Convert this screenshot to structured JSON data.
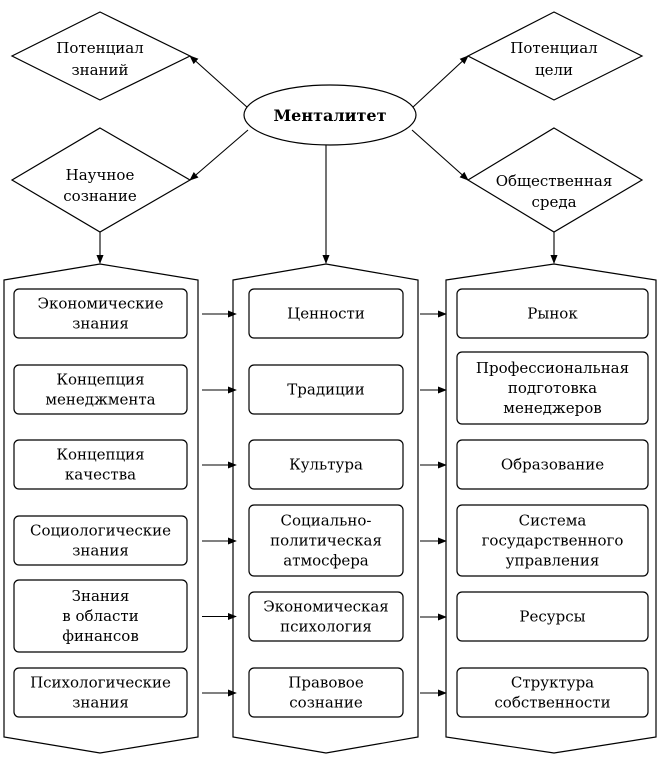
{
  "center": {
    "label": [
      "Менталитет"
    ]
  },
  "diamonds": {
    "potential_knowledge": [
      "Потенциал",
      "знаний"
    ],
    "potential_goal": [
      "Потенциал",
      "цели"
    ],
    "scientific_consciousness": [
      "Научное",
      "сознание"
    ],
    "social_environment": [
      "Общественная",
      "среда"
    ]
  },
  "columns": {
    "left": [
      [
        "Экономические",
        "знания"
      ],
      [
        "Концепция",
        "менеджмента"
      ],
      [
        "Концепция",
        "качества"
      ],
      [
        "Социологические",
        "знания"
      ],
      [
        "Знания",
        "в области",
        "финансов"
      ],
      [
        "Психологические",
        "знания"
      ]
    ],
    "middle": [
      [
        "Ценности"
      ],
      [
        "Традиции"
      ],
      [
        "Культура"
      ],
      [
        "Социально-",
        "политическая",
        "атмосфера"
      ],
      [
        "Экономическая",
        "психология"
      ],
      [
        "Правовое",
        "сознание"
      ]
    ],
    "right": [
      [
        "Рынок"
      ],
      [
        "Профессиональная",
        "подготовка",
        "менеджеров"
      ],
      [
        "Образование"
      ],
      [
        "Система",
        "государственного",
        "управления"
      ],
      [
        "Ресурсы"
      ],
      [
        "Структура",
        "собственности"
      ]
    ]
  }
}
